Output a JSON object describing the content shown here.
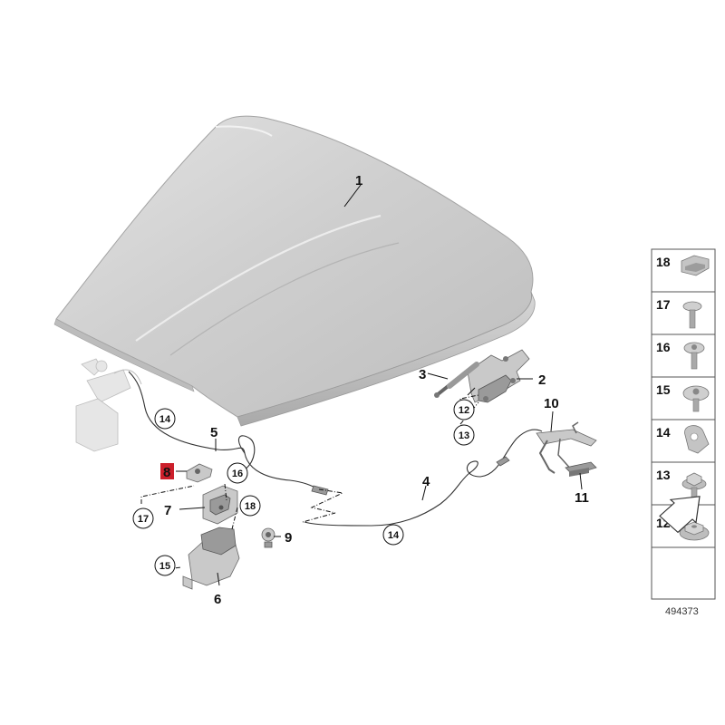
{
  "diagram": {
    "diagram_number": "494373",
    "callouts": {
      "hood": "1",
      "hinge": "2",
      "gas_strut": "3",
      "release_cable_front": "4",
      "release_cable_rear": "5",
      "lock_bracket": "6",
      "hood_lock": "7",
      "lock_part_highlighted": "8",
      "stop_buffer": "9",
      "holder": "10",
      "release_handle": "11",
      "circled_12": "12",
      "circled_13": "13",
      "circled_14_left": "14",
      "circled_14_right": "14",
      "circled_15": "15",
      "circled_16": "16",
      "circled_17": "17",
      "circled_18": "18"
    },
    "highlight_color": "#cc1f2b",
    "fastener_legend": [
      {
        "number": "18",
        "icon": "clip-nut-icon"
      },
      {
        "number": "17",
        "icon": "screw-icon"
      },
      {
        "number": "16",
        "icon": "torx-screw-icon"
      },
      {
        "number": "15",
        "icon": "flange-screw-icon"
      },
      {
        "number": "14",
        "icon": "cable-clip-icon"
      },
      {
        "number": "13",
        "icon": "hex-bolt-with-washer-icon"
      },
      {
        "number": "12",
        "icon": "hex-nut-icon"
      }
    ],
    "legend_arrow_icon": "arrow-icon"
  }
}
